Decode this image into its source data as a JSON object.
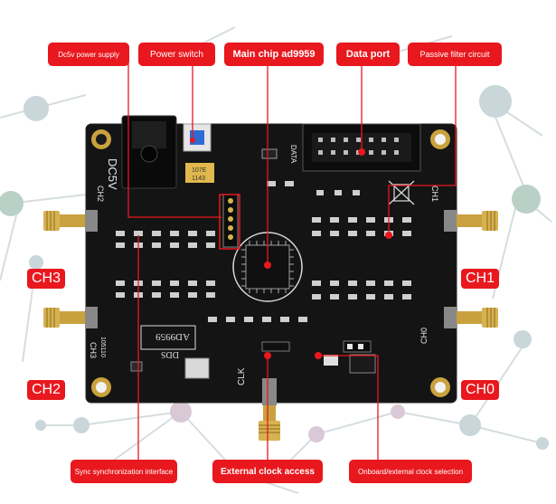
{
  "callouts": {
    "dc5v_power_supply": "Dc5v power supply",
    "power_switch": "Power switch",
    "main_chip": "Main chip ad9959",
    "data_port": "Data port",
    "passive_filter": "Passive filter circuit",
    "sync_interface": "Sync synchronization interface",
    "external_clock_access": "External clock access",
    "clock_selection": "Onboard/external clock selection"
  },
  "channels": {
    "ch0": "CH0",
    "ch1": "CH1",
    "ch2": "CH2",
    "ch3": "CH3"
  },
  "silkscreen": {
    "dc5v": "DC5V",
    "ch2_label": "CH2",
    "ch3_label": "CH3",
    "ch1_label": "CH1",
    "ch0_label": "CH0",
    "clk": "CLK",
    "data": "DATA",
    "chip_name": "AD9959",
    "dds": "DDS",
    "cap_marking_1": "107E",
    "cap_marking_2": "1143",
    "board_id": "105110"
  },
  "colors": {
    "callout_red": "#e8181e",
    "board_black": "#141414",
    "gold": "#c9a23f"
  }
}
